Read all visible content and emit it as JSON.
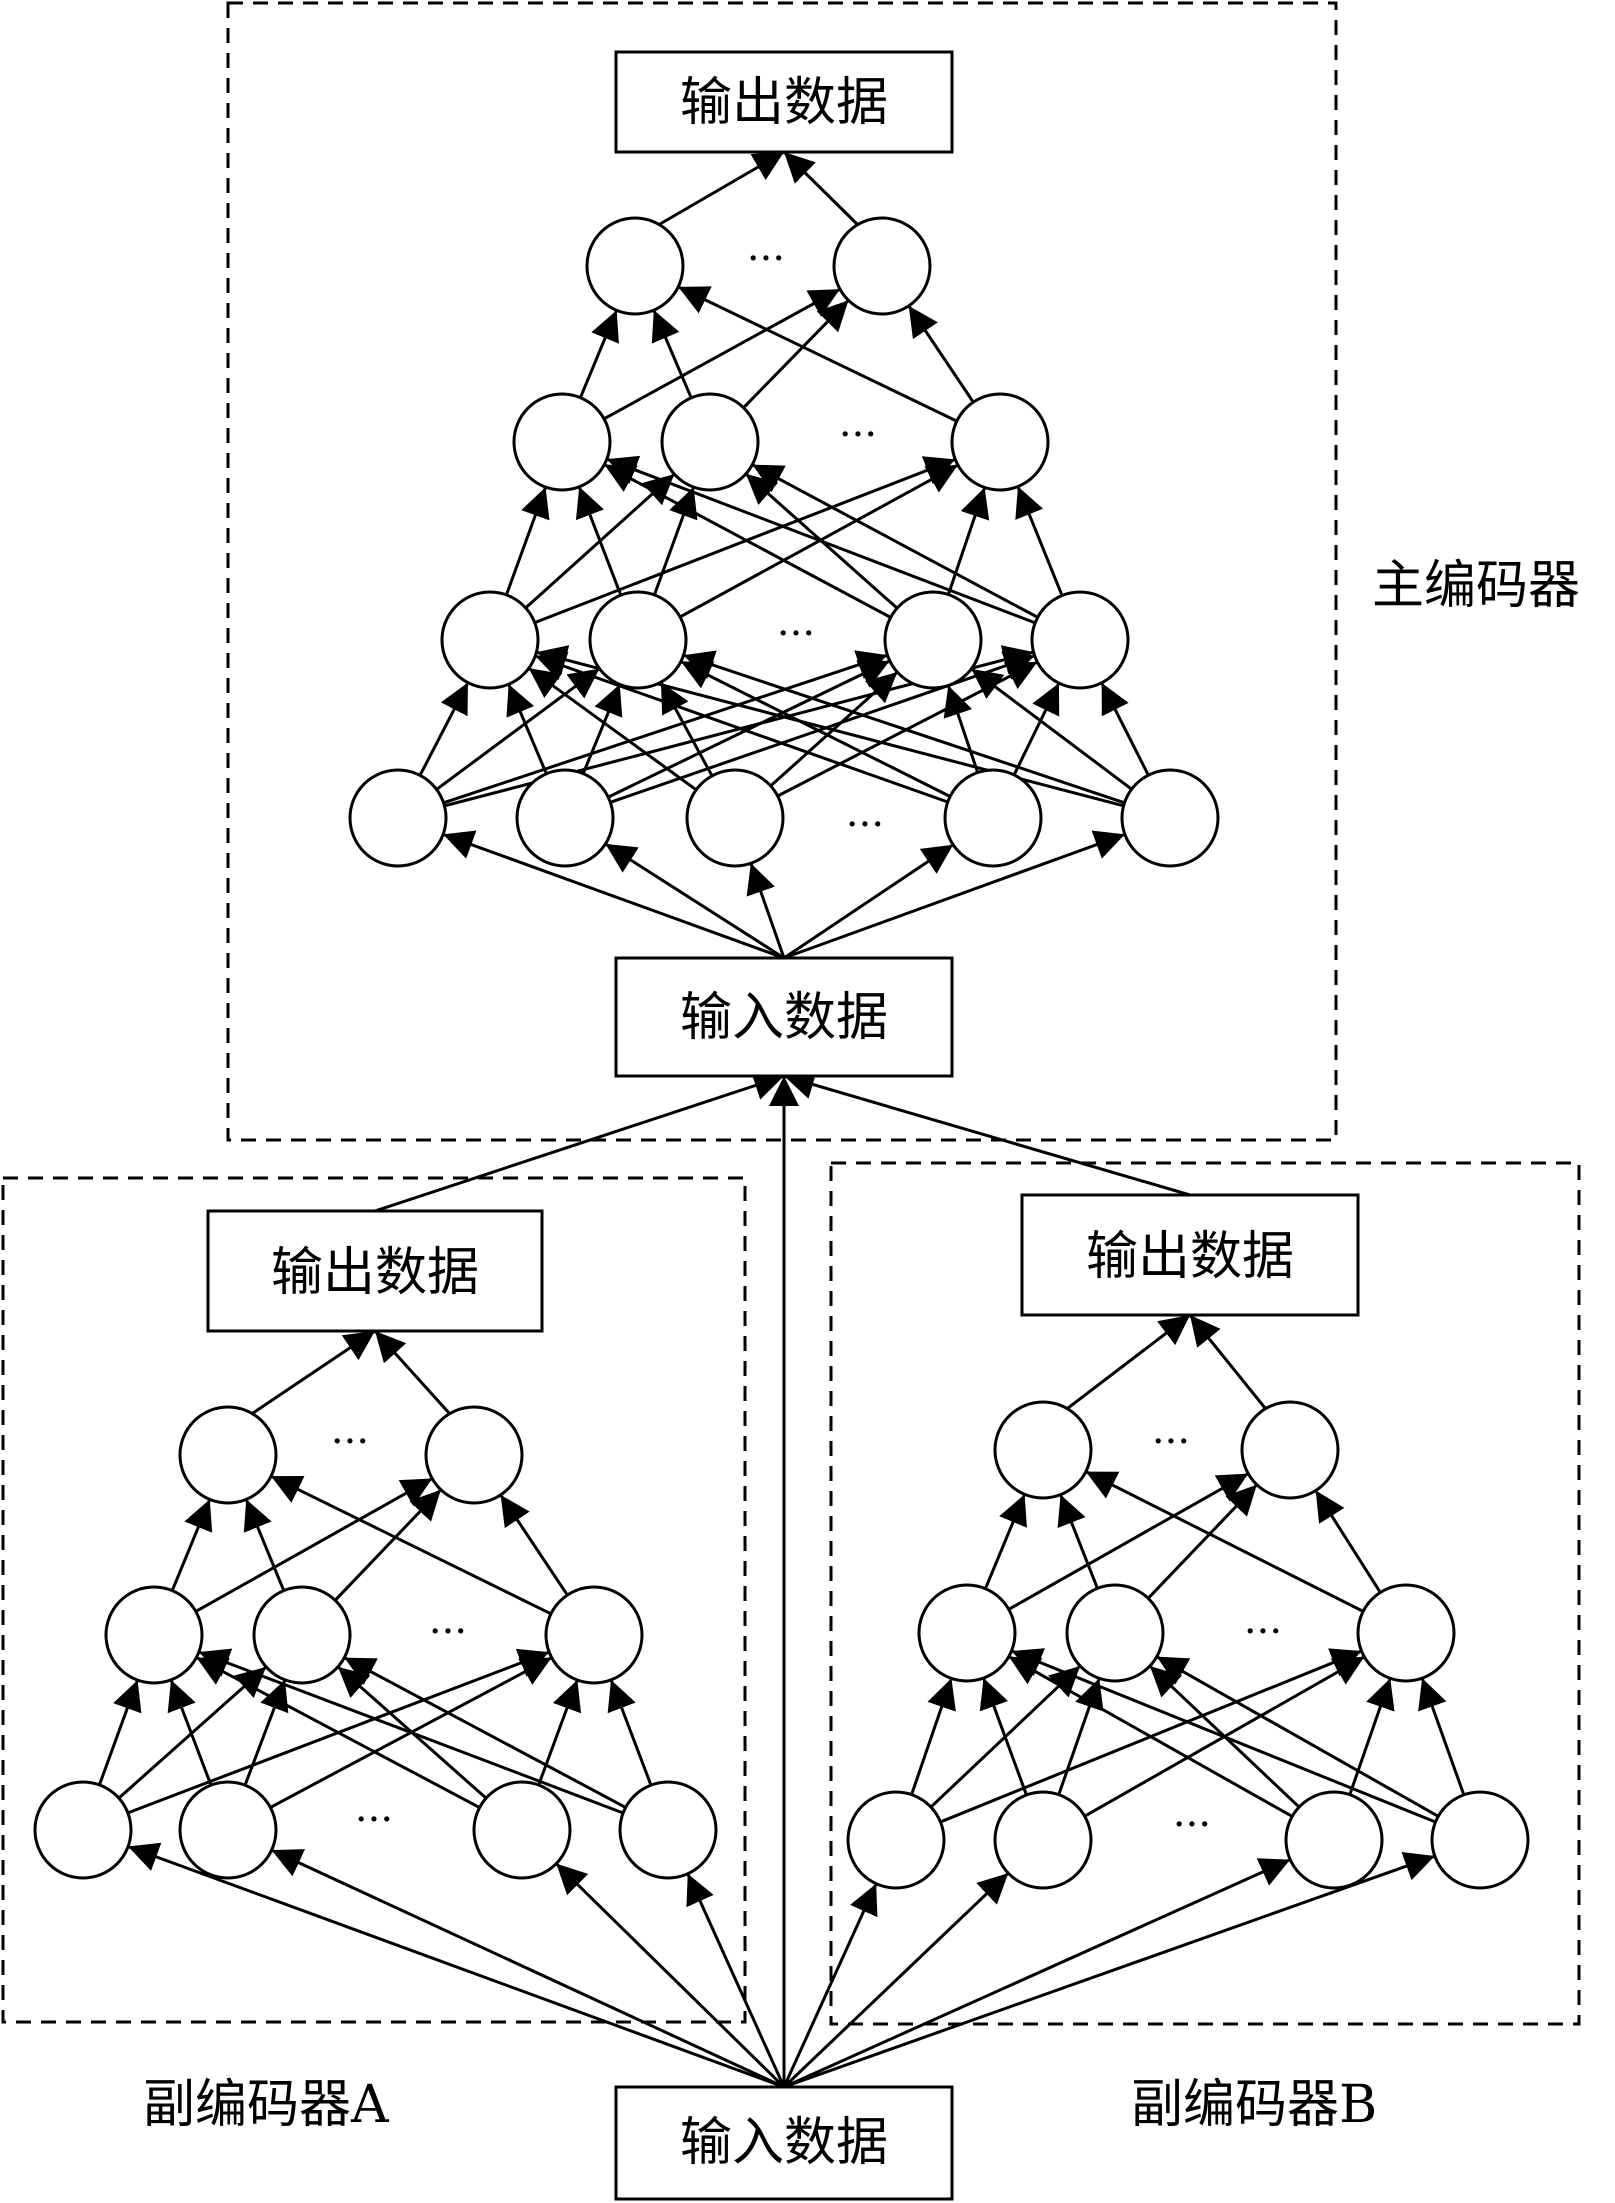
{
  "main_encoder": {
    "label": "主编码器",
    "output_label": "输出数据",
    "input_label": "输入数据",
    "ellipsis": "···"
  },
  "sub_encoder_a": {
    "label": "副编码器A",
    "output_label": "输出数据",
    "ellipsis": "···"
  },
  "sub_encoder_b": {
    "label": "副编码器B",
    "output_label": "输出数据",
    "ellipsis": "···"
  },
  "bottom_input": {
    "label": "输入数据"
  },
  "colors": {
    "stroke": "#000000",
    "background": "#ffffff"
  }
}
